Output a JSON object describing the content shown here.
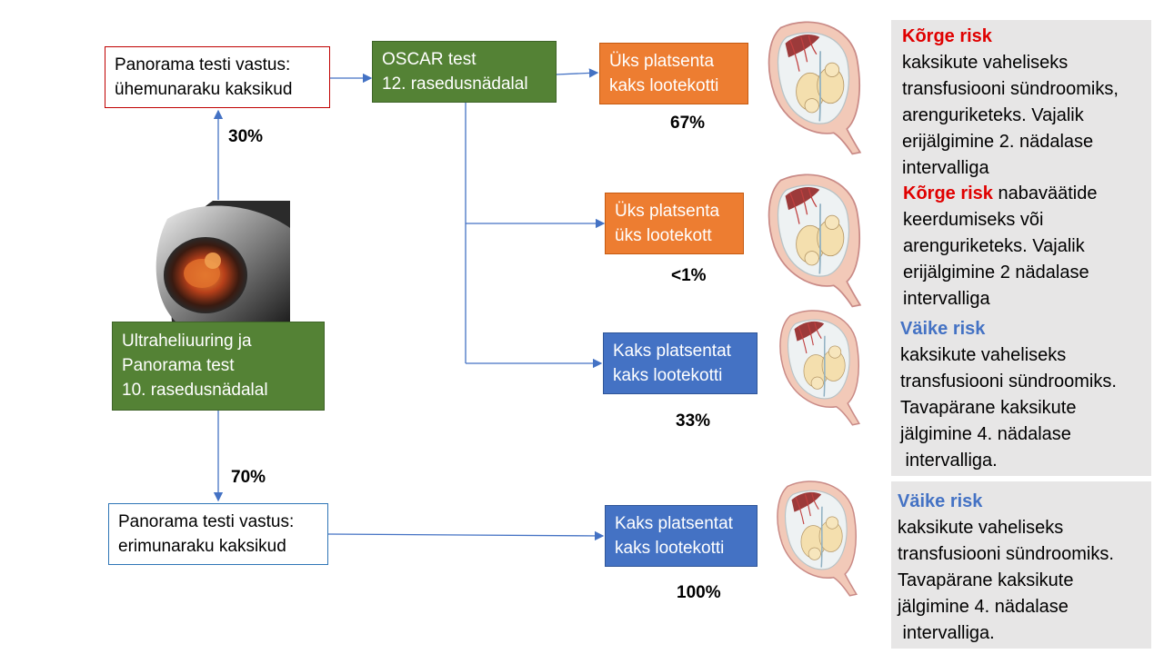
{
  "nodes": {
    "start": {
      "lines": [
        "Ultraheliuuring ja",
        "Panorama test",
        "10. rasedusnädalal"
      ]
    },
    "mono": {
      "lines": [
        "Panorama testi vastus:",
        "ühemunaraku kaksikud"
      ]
    },
    "di": {
      "lines": [
        "Panorama testi vastus:",
        "erimunaraku kaksikud"
      ]
    },
    "oscar": {
      "lines": [
        "OSCAR test",
        "12. rasedusnädalal"
      ]
    },
    "mcda": {
      "lines": [
        "Üks platsenta",
        "kaks lootekotti"
      ]
    },
    "mcma": {
      "lines": [
        "Üks platsenta",
        "üks lootekott"
      ]
    },
    "dcda_a": {
      "lines": [
        "Kaks platsentat",
        "kaks lootekotti"
      ]
    },
    "dcda_b": {
      "lines": [
        "Kaks platsentat",
        "kaks lootekotti"
      ]
    }
  },
  "percentages": {
    "up": "30%",
    "down": "70%",
    "mcda": "67%",
    "mcma": "<1%",
    "dcda_a": "33%",
    "dcda_b": "100%"
  },
  "risks": {
    "r1": {
      "label": "Kõrge risk",
      "label_color": "#e00000",
      "rest_inline": "",
      "lines": [
        "kaksikute vaheliseks",
        "transfusiooni sündroomiks,",
        "arenguriketeks. Vajalik",
        "erijälgimine 2. nädalase",
        "intervalliga"
      ]
    },
    "r2": {
      "label": "Kõrge risk",
      "label_color": "#e00000",
      "rest_inline": " nabaväätide",
      "lines": [
        "keerdumiseks või",
        "arenguriketeks. Vajalik",
        "erijälgimine 2 nädalase",
        "intervalliga"
      ]
    },
    "r3": {
      "label": "Väike risk",
      "label_color": "#4472c4",
      "rest_inline": "",
      "lines": [
        "kaksikute vaheliseks",
        "transfusiooni sündroomiks.",
        "Tavapärane kaksikute",
        "jälgimine 4. nädalase",
        " intervalliga."
      ]
    },
    "r4": {
      "label": "Väike risk",
      "label_color": "#4472c4",
      "rest_inline": "",
      "lines": [
        "kaksikute vaheliseks",
        "transfusiooni sündroomiks.",
        "Tavapärane kaksikute",
        "jälgimine 4. nädalase",
        " intervalliga."
      ]
    }
  },
  "colors": {
    "green": "#548235",
    "orange": "#ed7d31",
    "blue": "#4472c4",
    "connector": "#4472c4",
    "panel": "#e7e6e6"
  },
  "icons": {
    "photo": "pregnant-belly-fetus-image",
    "uterus": "twin-uterus-illustration"
  }
}
